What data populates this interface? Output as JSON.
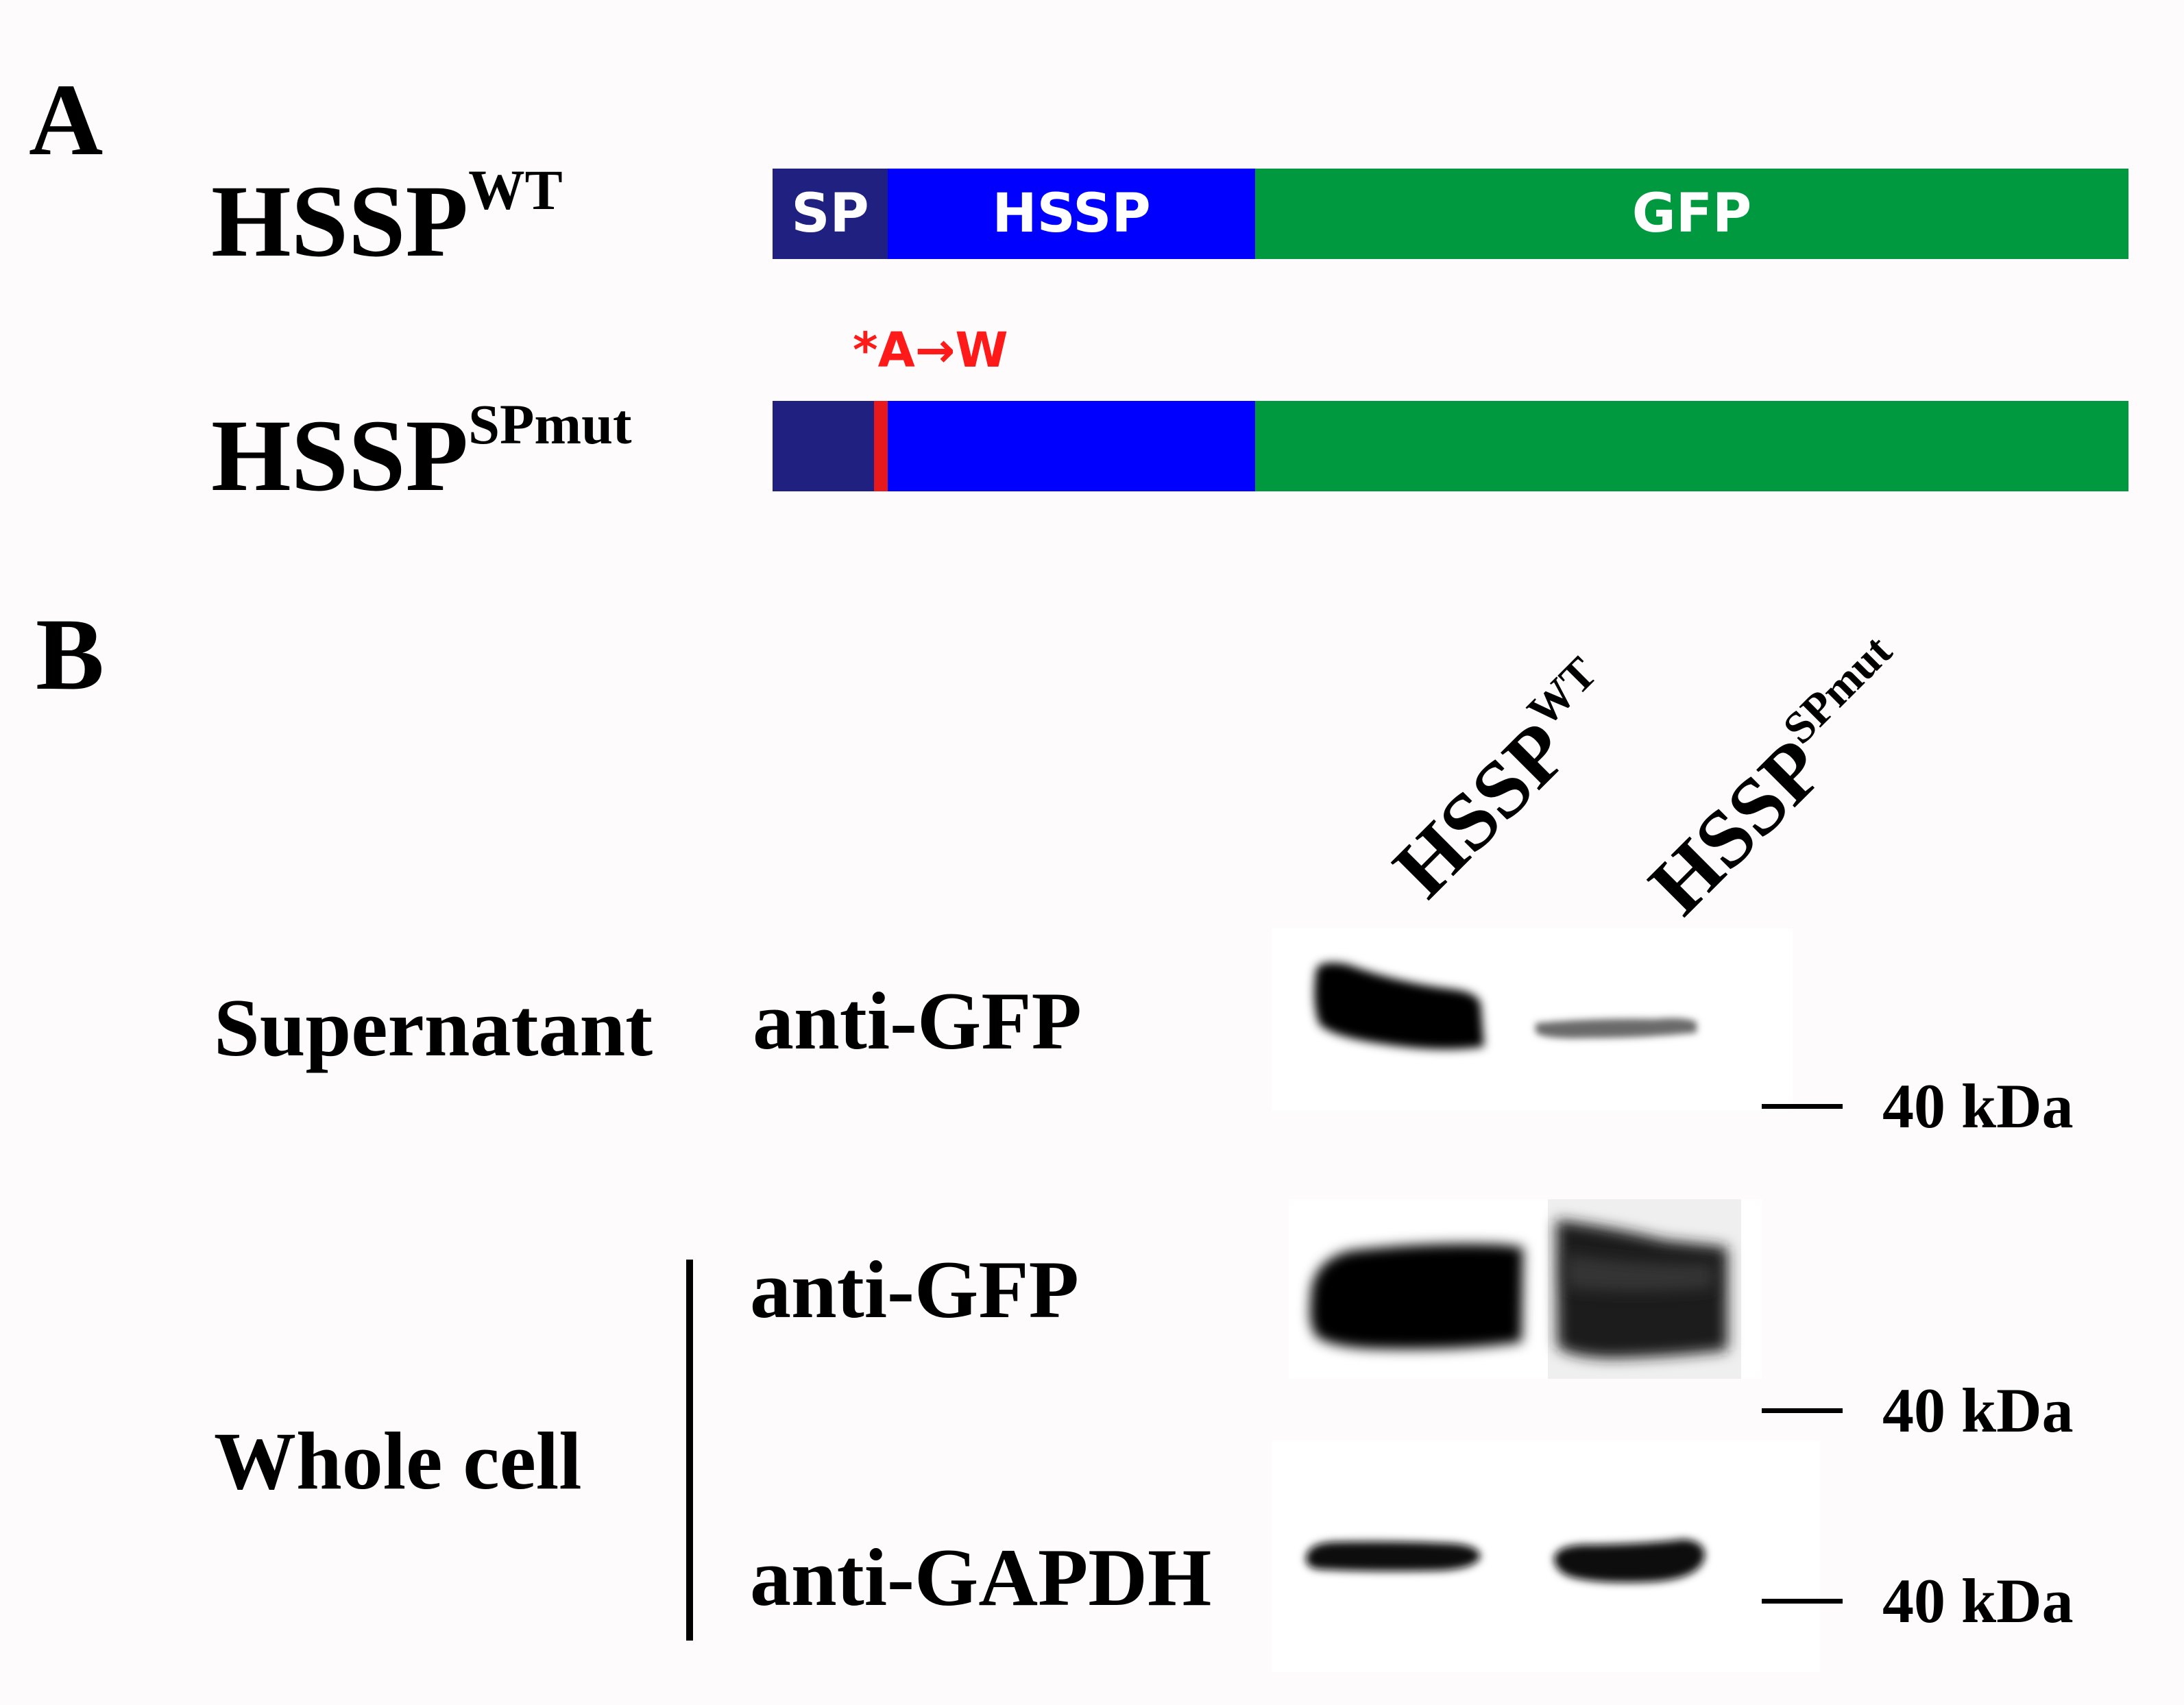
{
  "panel_a": {
    "letter": "A",
    "constructs": [
      {
        "name": "HSSP",
        "superscript": "WT",
        "segments": [
          "SP",
          "HSSP",
          "GFP"
        ]
      },
      {
        "name": "HSSP",
        "superscript": "SPmut",
        "mutation_label": "*A→W"
      }
    ],
    "colors": {
      "sp": "#1f2080",
      "hssp": "#0000ff",
      "gfp": "#00993f",
      "mutation": "#e8191d"
    }
  },
  "panel_b": {
    "letter": "B",
    "lanes": [
      {
        "name": "HSSP",
        "superscript": "WT"
      },
      {
        "name": "HSSP",
        "superscript": "SPmut"
      }
    ],
    "rows": {
      "supernatant": "Supernatant",
      "whole_cell": "Whole cell"
    },
    "antibodies": {
      "sup_gfp": "anti-GFP",
      "wc_gfp": "anti-GFP",
      "wc_gapdh": "anti-GAPDH"
    },
    "markers": [
      "40 kDa",
      "40 kDa",
      "40 kDa"
    ]
  }
}
